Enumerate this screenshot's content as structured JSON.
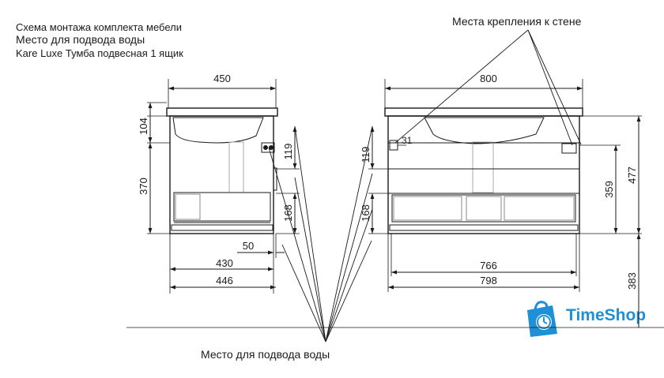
{
  "header": {
    "line1": "Схема монтажа комплекта мебели",
    "line2": "Место для подвода воды",
    "line3": "Kare Luxe Тумба подвесная 1 ящик"
  },
  "labels": {
    "wall_mounts": "Места крепления к стене",
    "water_supply": "Место для подвода воды"
  },
  "left_view": {
    "width_top": "450",
    "height_top": "104",
    "height_main": "370",
    "inner_119": "119",
    "inner_168": "168",
    "dim_50": "50",
    "dim_430": "430",
    "dim_446": "446"
  },
  "right_view": {
    "width_top": "800",
    "dim_31": "31",
    "inner_119": "119",
    "inner_168": "168",
    "dim_359": "359",
    "dim_477": "477",
    "dim_383": "383",
    "dim_766": "766",
    "dim_798": "798"
  },
  "logo": {
    "text": "TimeShop",
    "icon": "shopping-bag-clock-icon",
    "color": "#1f8fd6"
  }
}
